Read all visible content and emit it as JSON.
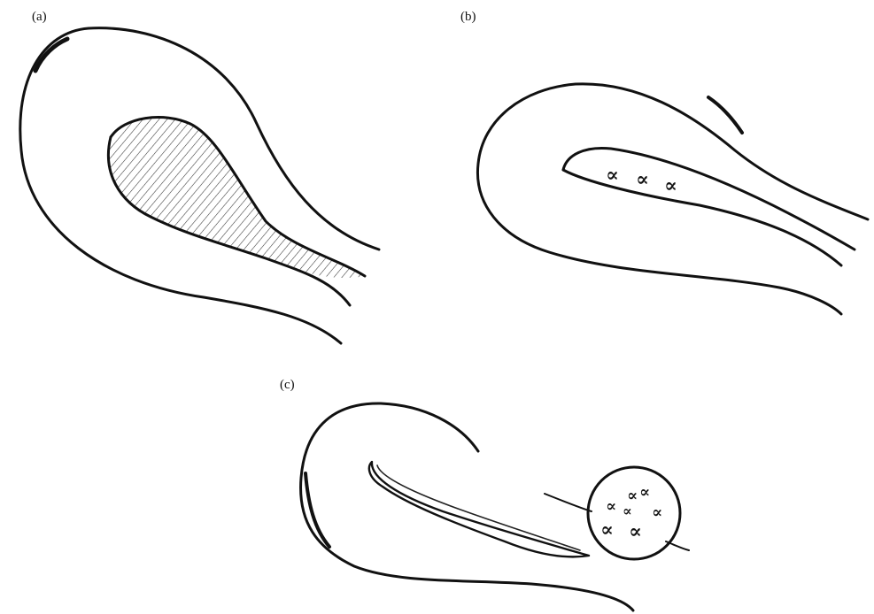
{
  "panels": {
    "a": {
      "label": "(a)"
    },
    "b": {
      "label": "(b)",
      "marker_glyph": "∝"
    },
    "c": {
      "label": "(c)",
      "marker_glyph": "∝"
    }
  },
  "colors": {
    "ink": "#111111",
    "background": "#ffffff"
  }
}
